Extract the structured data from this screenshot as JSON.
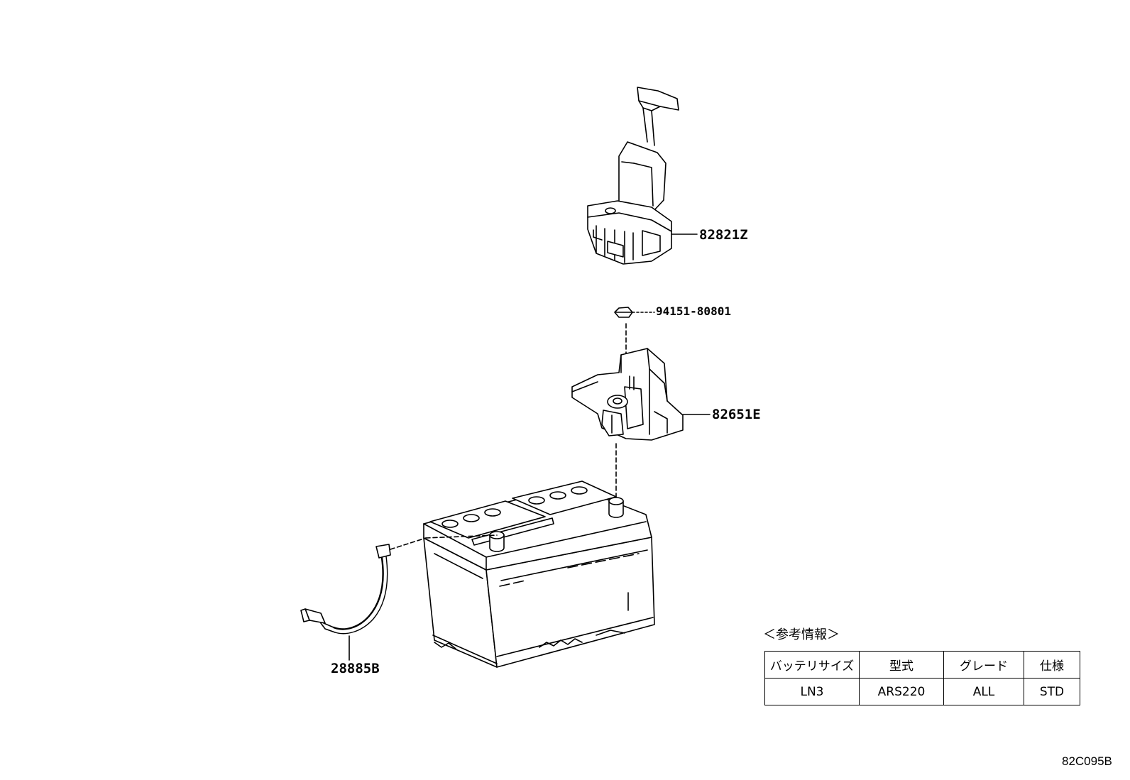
{
  "parts": {
    "p82821z": "82821Z",
    "p9415180801": "94151-80801",
    "p82651e": "82651E",
    "p28885b": "28885B"
  },
  "reference": {
    "title": "＜参考情報＞",
    "headers": [
      "バッテリサイズ",
      "型式",
      "グレード",
      "仕様"
    ],
    "row": [
      "LN3",
      "ARS220",
      "ALL",
      "STD"
    ]
  },
  "diagram_code": "82C095B"
}
